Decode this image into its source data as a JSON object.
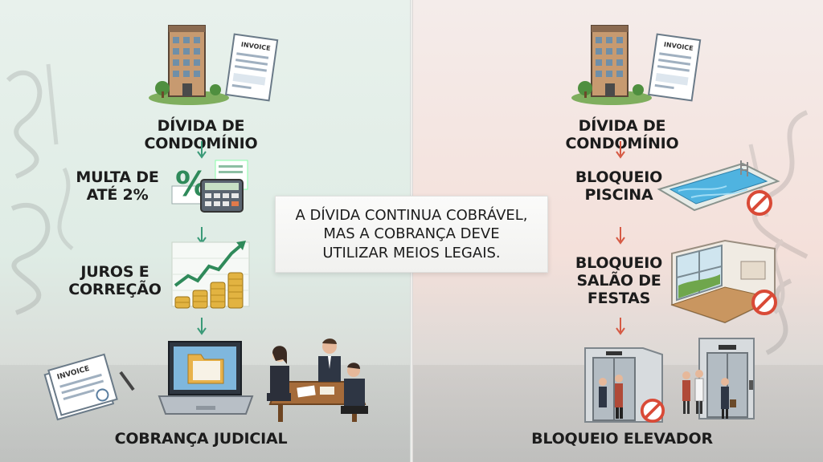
{
  "left": {
    "steps": [
      {
        "label": "DÍVIDA DE CONDOMÍNIO"
      },
      {
        "label": "MULTA DE\nATÉ 2%"
      },
      {
        "label": "JUROS E\nCORREÇÃO"
      },
      {
        "label": "COBRANÇA JUDICIAL"
      }
    ],
    "invoice_text": "INVOICE",
    "invoice_text_2": "INVOICE",
    "percent_symbol": "%",
    "accent": "#3a9a78"
  },
  "right": {
    "steps": [
      {
        "label": "DÍVIDA DE CONDOMÍNIO"
      },
      {
        "label": "BLOQUEIO\nPISCINA"
      },
      {
        "label": "BLOQUEIO\nSALÃO DE\nFESTAS"
      },
      {
        "label": "BLOQUEIO ELEVADOR"
      }
    ],
    "invoice_text": "INVOICE",
    "accent": "#d65a44"
  },
  "center": {
    "message": "A DÍVIDA CONTINUA COBRÁVEL,\nMAS A COBRANÇA DEVE\nUTILIZAR MEIOS LEGAIS."
  },
  "icons": [
    "building-icon",
    "invoice-icon",
    "percent-icon",
    "calculator-icon",
    "growth-chart-icon",
    "coins-icon",
    "laptop-folder-icon",
    "meeting-icon",
    "pool-icon",
    "party-hall-icon",
    "elevator-icon",
    "no-entry-icon"
  ]
}
